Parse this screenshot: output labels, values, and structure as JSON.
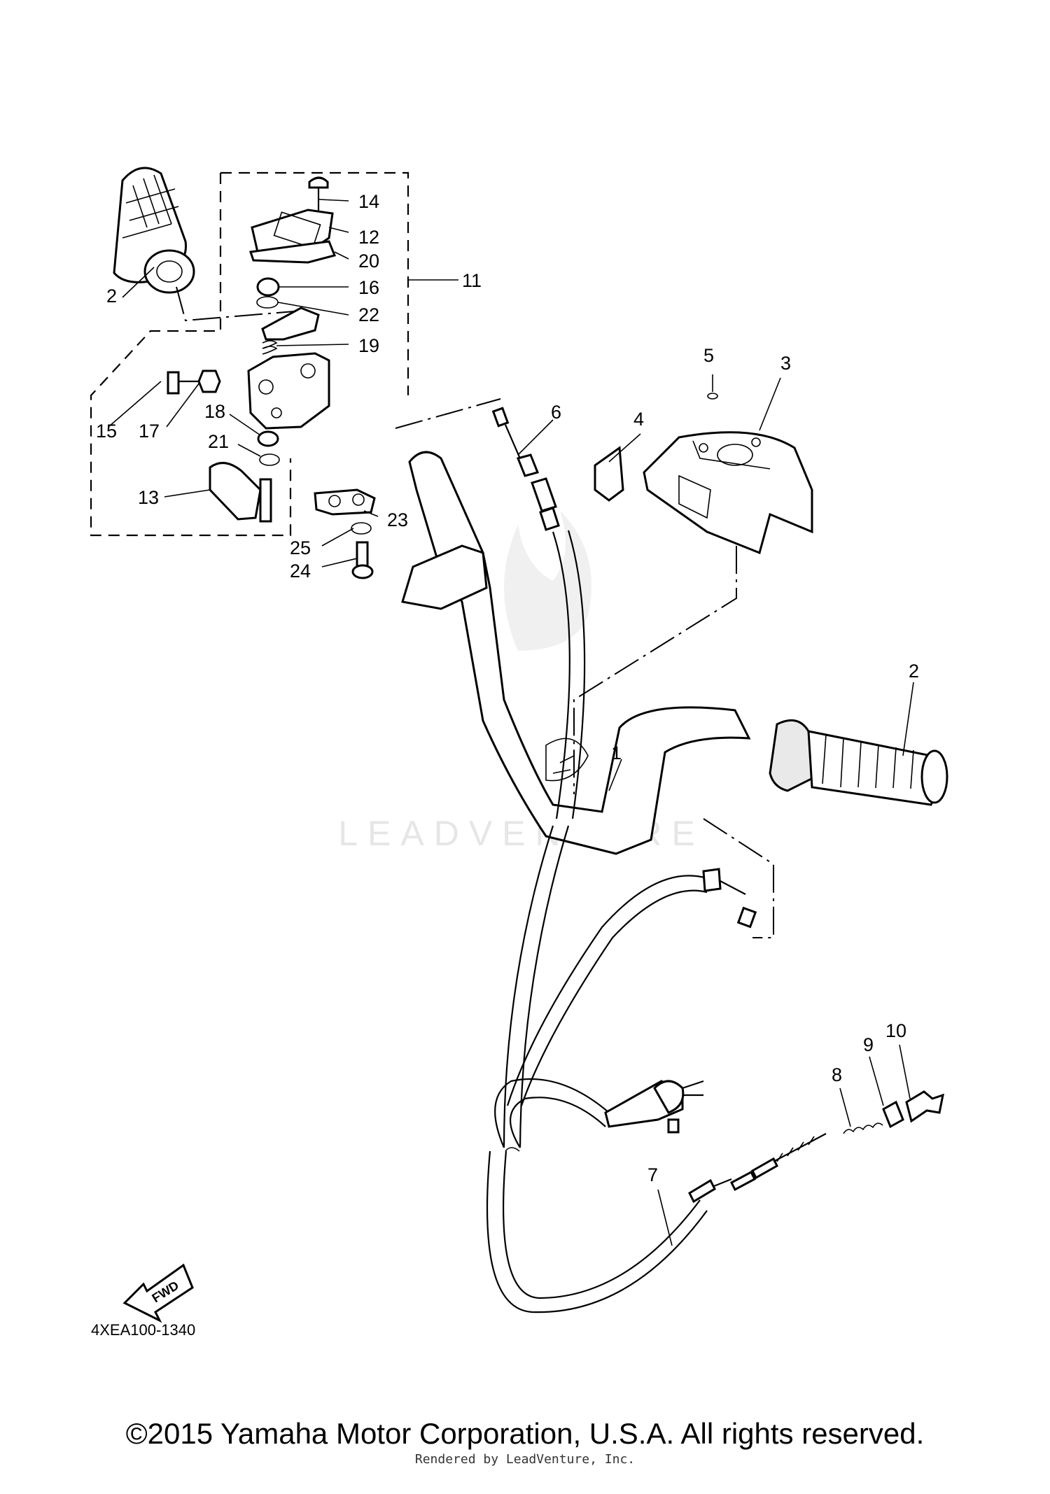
{
  "diagram": {
    "callouts": [
      "1",
      "2",
      "2",
      "3",
      "4",
      "5",
      "6",
      "7",
      "8",
      "9",
      "10",
      "11",
      "12",
      "13",
      "14",
      "15",
      "16",
      "17",
      "18",
      "19",
      "20",
      "21",
      "22",
      "23",
      "24",
      "25"
    ],
    "fwd_label": "FWD",
    "code": "4XEA100-1340",
    "watermark": "LEADVENTURE"
  },
  "footer": {
    "copyright": "©2015 Yamaha Motor Corporation, U.S.A. All rights reserved.",
    "rendered_by": "Rendered by LeadVenture, Inc."
  }
}
